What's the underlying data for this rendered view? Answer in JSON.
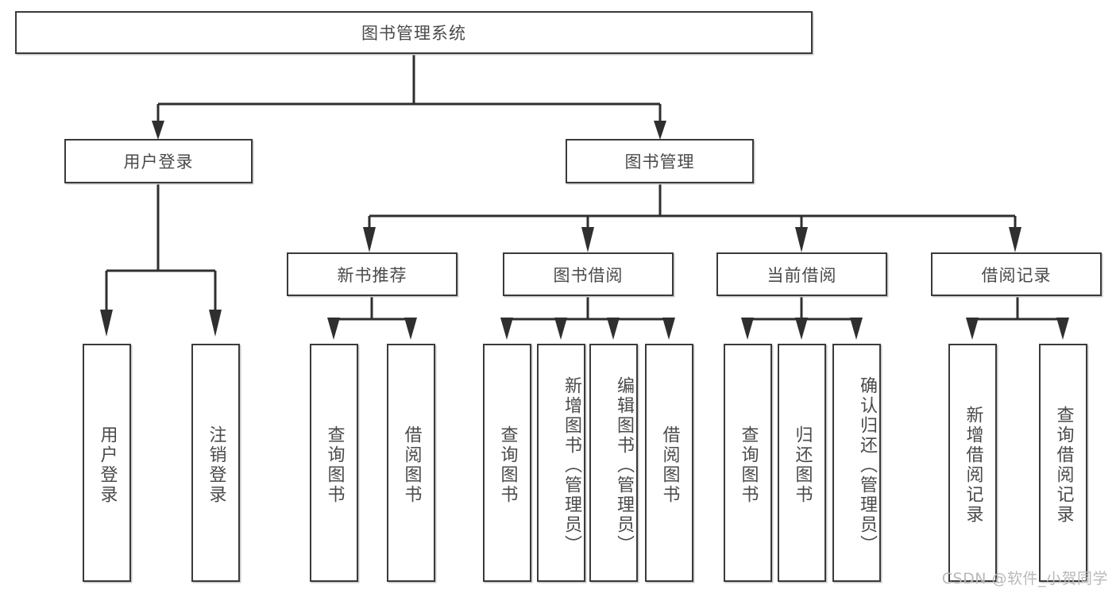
{
  "diagram": {
    "title": "图书管理系统",
    "type": "tree",
    "root": {
      "label": "图书管理系统"
    },
    "level2": [
      {
        "label": "用户登录"
      },
      {
        "label": "图书管理"
      }
    ],
    "level3": [
      {
        "label": "新书推荐"
      },
      {
        "label": "图书借阅"
      },
      {
        "label": "当前借阅"
      },
      {
        "label": "借阅记录"
      }
    ],
    "leaves": {
      "user_login": [
        {
          "label": "用户登录"
        },
        {
          "label": "注销登录"
        }
      ],
      "new_book_recommend": [
        {
          "label": "查询图书"
        },
        {
          "label": "借阅图书"
        }
      ],
      "book_borrow": [
        {
          "label": "查询图书"
        },
        {
          "label": "新增图书（管理员）"
        },
        {
          "label": "编辑图书（管理员）"
        },
        {
          "label": "借阅图书"
        }
      ],
      "current_borrow": [
        {
          "label": "查询图书"
        },
        {
          "label": "归还图书"
        },
        {
          "label": "确认归还（管理员）"
        }
      ],
      "borrow_record": [
        {
          "label": "新增借阅记录"
        },
        {
          "label": "查询借阅记录"
        }
      ]
    }
  },
  "watermark": {
    "text": "CSDN @软件_小贺同学"
  },
  "colors": {
    "box_border": "#3a3a3a",
    "text": "#4a4a4a",
    "wire": "#2f2f2f",
    "background": "#ffffff",
    "watermark": "#b9b9b9"
  }
}
